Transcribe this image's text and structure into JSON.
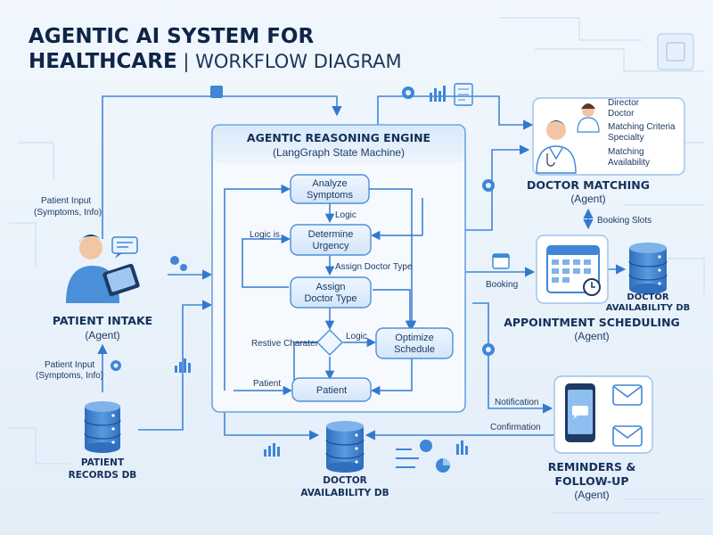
{
  "title": {
    "line1": "AGENTIC AI SYSTEM FOR",
    "line2_bold": "HEALTHCARE",
    "line2_light": " | WORKFLOW DIAGRAM"
  },
  "engine": {
    "title": "AGENTIC REASONING ENGINE",
    "subtitle": "(LangGraph State Machine)"
  },
  "nodes": {
    "analyze": [
      "Analyze",
      "Symptoms"
    ],
    "urgency": [
      "Determine",
      "Urgency"
    ],
    "assign": [
      "Assign",
      "Doctor Type"
    ],
    "optimize": [
      "Optimize",
      "Schedule"
    ],
    "patient": "Patient"
  },
  "flow_labels": {
    "logic1": "Logic",
    "logic_is": "Logic is",
    "assign_doctor_type": "Assign Doctor Type",
    "logic2": "Logic",
    "restive": "Restive Charater",
    "patient": "Patient"
  },
  "patient_intake": {
    "title": "PATIENT INTAKE",
    "sub": "(Agent)",
    "input_top": [
      "Patient Input",
      "(Symptoms, Info)"
    ],
    "input_bottom": [
      "Patient Input",
      "(Symptoms, Info)"
    ]
  },
  "patient_db": [
    "PATIENT",
    "RECORDS DB"
  ],
  "doctor_db_bottom": [
    "DOCTOR",
    "AVAILABILITY DB"
  ],
  "doctor_matching": {
    "title": "DOCTOR MATCHING",
    "sub": "(Agent)",
    "card": [
      "Director",
      "Doctor",
      "Matching Criteria",
      "Specialty",
      "Matching",
      "Availability"
    ]
  },
  "booking_slots": "Booking Slots",
  "booking": "Booking",
  "appointment": {
    "title": "APPOINTMENT SCHEDULING",
    "sub": "(Agent)"
  },
  "doctor_db_right": [
    "DOCTOR",
    "AVAILABILITY DB"
  ],
  "notification": "Notification",
  "confirmation": "Confirmation",
  "reminders": {
    "title1": "REMINDERS &",
    "title2": "FOLLOW-UP",
    "sub": "(Agent)"
  },
  "colors": {
    "accent": "#3f86d6",
    "dark": "#0f2547",
    "box": "#ffffff"
  }
}
